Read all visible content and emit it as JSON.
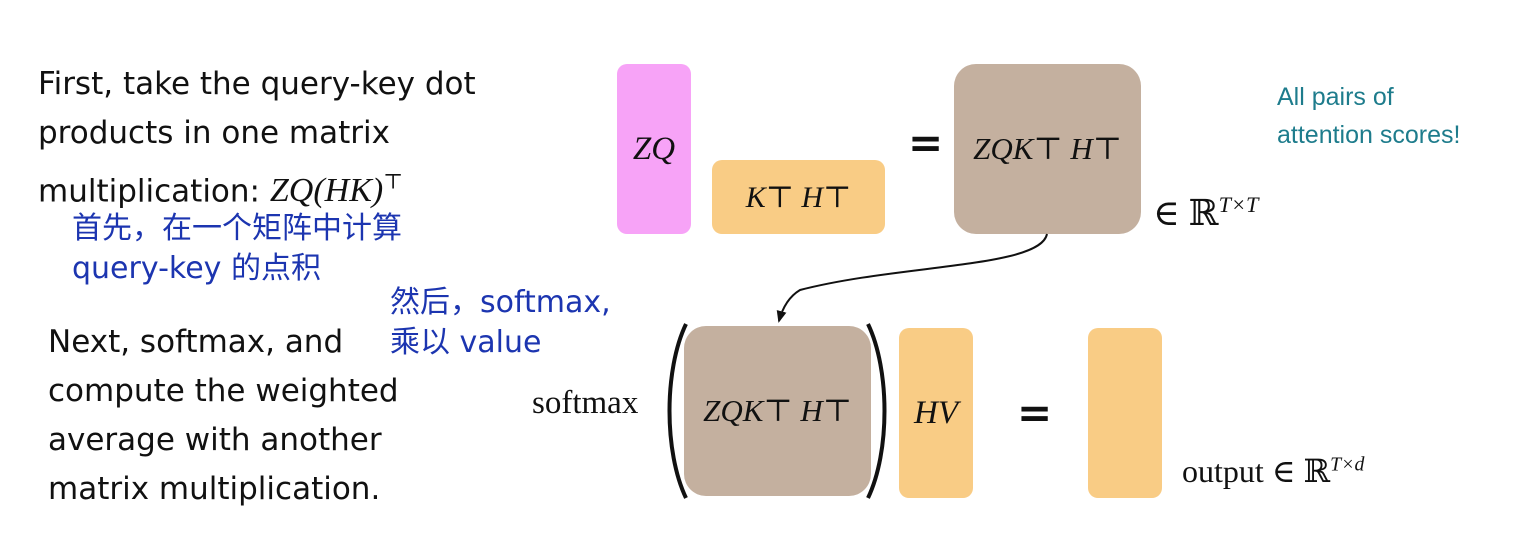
{
  "left_text": {
    "step1_lines": [
      "First, take the query-key dot",
      "products in one matrix",
      "multiplication: "
    ],
    "step1_formula": "ZQ(HK)",
    "step1_formula_sup": "⊤",
    "step1_zh_lines": [
      "首先，在一个矩阵中计算",
      "query-key 的点积"
    ],
    "step2_lines": [
      "Next, softmax, and",
      "compute the weighted",
      "average with another",
      "matrix multiplication."
    ],
    "step2_zh_lines": [
      "然后，softmax,",
      "乘以 value"
    ]
  },
  "top_row": {
    "zq_label": "ZQ",
    "kh_label": "K⊤ H⊤",
    "equals": "=",
    "scores_label": "ZQK⊤ H⊤",
    "dim_prefix": "∈ ℝ",
    "dim_sup": "T×T",
    "note_lines": [
      "All pairs of",
      "attention scores!"
    ]
  },
  "bottom_row": {
    "softmax_label": "softmax",
    "scores_label": "ZQK⊤ H⊤",
    "hv_label": "HV",
    "equals": "=",
    "output_prefix": "output ∈ ℝ",
    "output_sup": "T×d"
  },
  "colors": {
    "pink": "#f7a3f7",
    "orange": "#f9cc85",
    "taupe": "#c4b09f",
    "note": "#1e7c8c",
    "zh_blue": "#1c35b0"
  }
}
